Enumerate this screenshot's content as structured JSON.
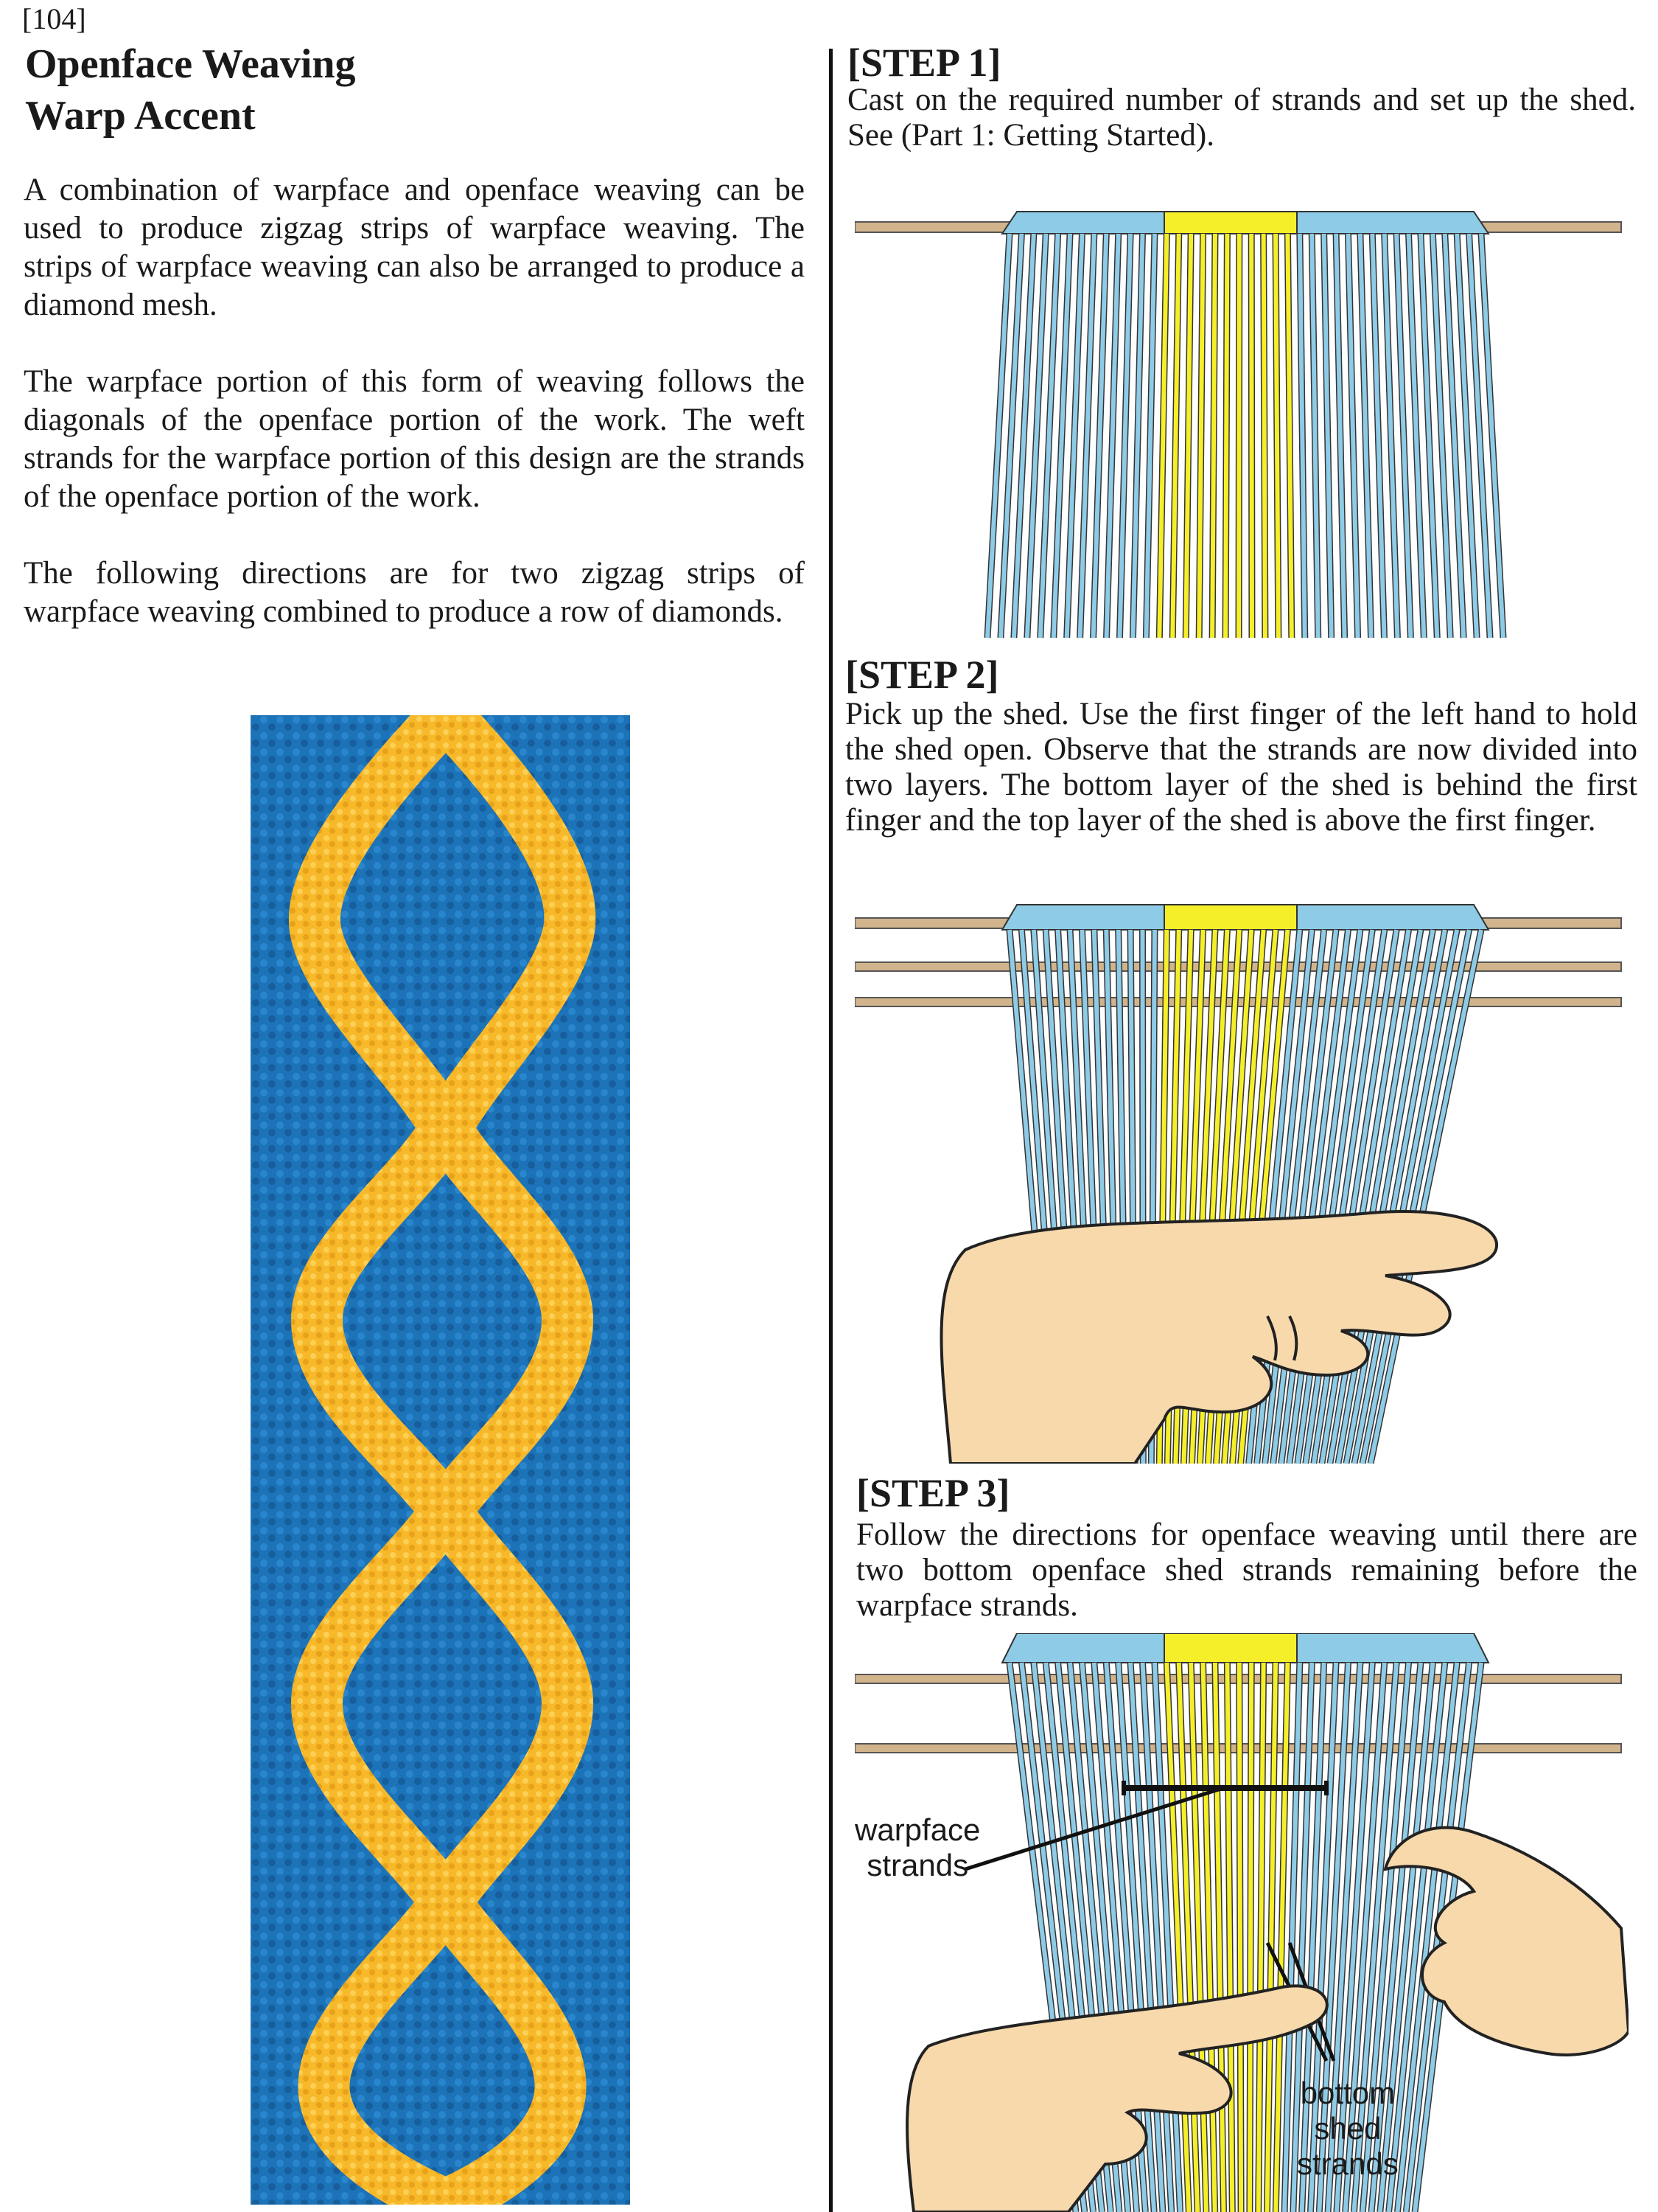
{
  "page_number": "[104]",
  "title": {
    "line1": "Openface Weaving",
    "line2": "Warp Accent"
  },
  "paragraphs": [
    "A combination of warpface and openface weaving can be used to produce zigzag strips of warpface weaving. The strips of warpface weaving can also be arranged to produce a diamond mesh.",
    "The warpface portion of this form of weaving follows the diagonals of the openface portion of the work. The weft strands for the warpface portion of this design are the strands of the openface portion of the work.",
    "The following directions are for two zigzag strips of warpface weaving combined to produce a row of diamonds."
  ],
  "steps": [
    {
      "title": "[STEP 1]",
      "text": "Cast on the required number of strands and set up the shed. See  (Part 1: Getting Started)."
    },
    {
      "title": "[STEP 2]",
      "text": "Pick up the shed. Use the first finger of the left hand to hold the shed open. Observe that the strands are now divided into two layers. The bottom layer of the shed is behind the first finger and the top layer of the shed is above the first finger."
    },
    {
      "title": "[STEP 3]",
      "text": "Follow the directions for openface weaving until there are two bottom openface shed strands remaining before the warpface strands."
    }
  ],
  "labels": {
    "warpface_line1": "warpface",
    "warpface_line2": "strands",
    "bottom_line1": "bottom",
    "bottom_line2": "shed",
    "bottom_line3": "strands"
  },
  "colors": {
    "blue_strand": "#8ecbe6",
    "yellow_strand": "#f5ef2a",
    "dowel": "#d2b48c",
    "skin": "#f7d9ac",
    "weave_blue": "#1d73b8",
    "weave_yellow": "#f7b82a"
  }
}
